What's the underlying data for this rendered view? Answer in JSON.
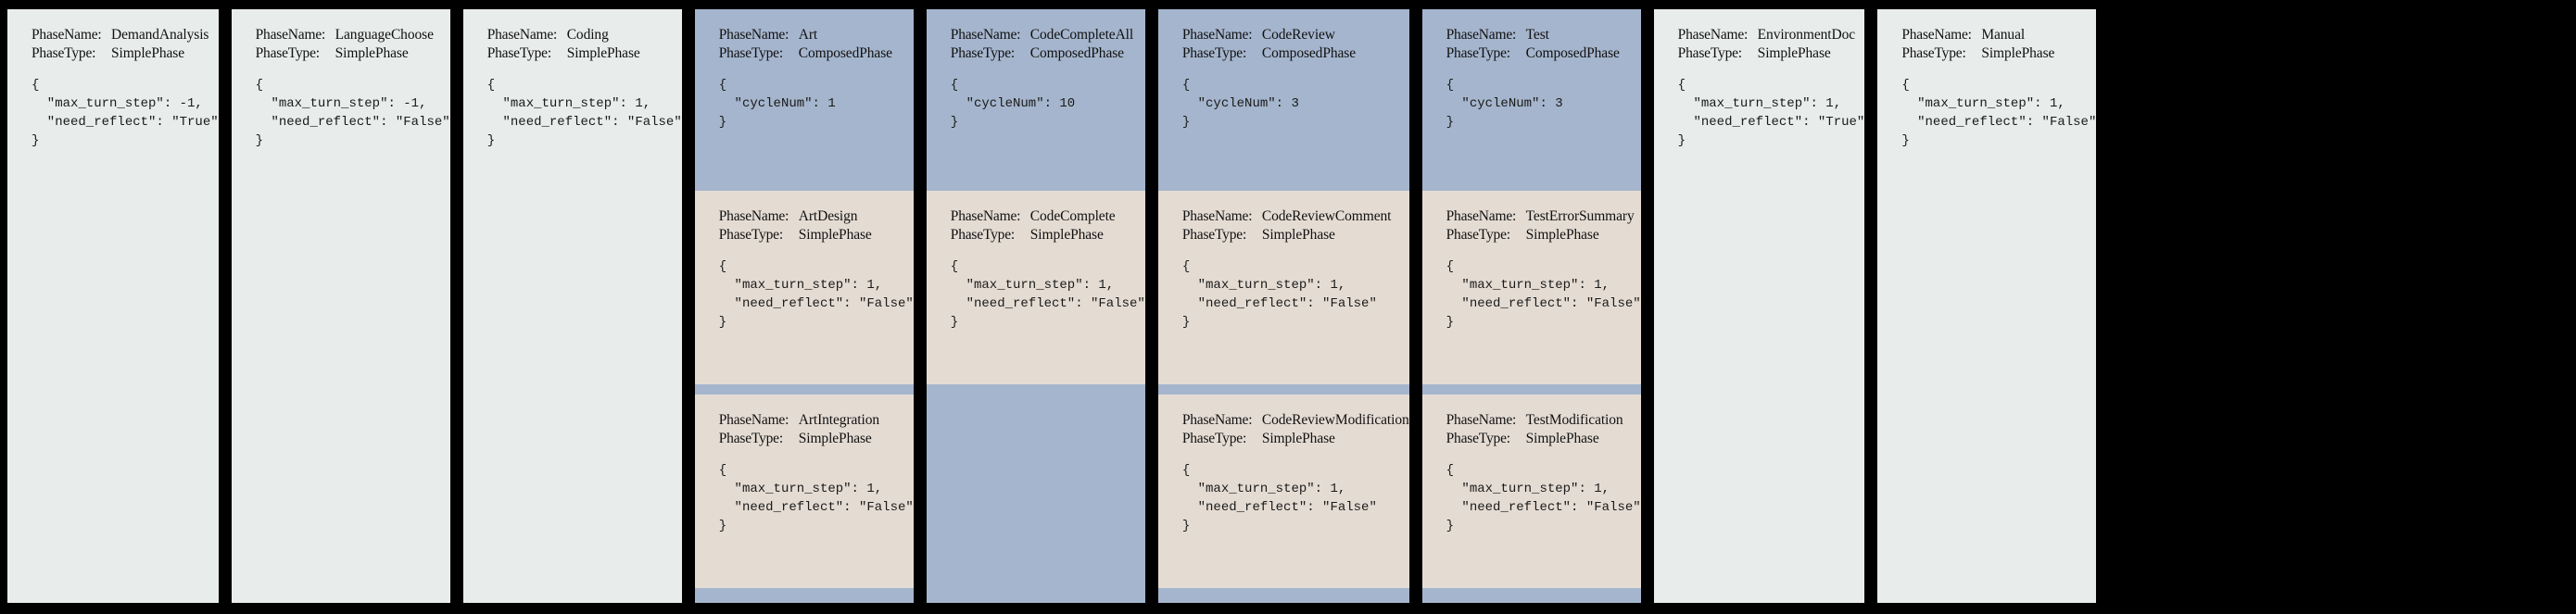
{
  "canvas": {
    "background": "#000000",
    "plain_bg": "#e8ecea",
    "composed_bg": "#a5b5cd",
    "sub_bg": "#e4dcd3",
    "text_color": "#111111"
  },
  "labels": {
    "phase_name_key": "PhaseName:",
    "phase_type_key": "PhaseType:",
    "simple_type": "SimplePhase",
    "composed_type": "ComposedPhase"
  },
  "columns": [
    {
      "id": "demand-analysis",
      "width": 175,
      "kind": "simple",
      "head": {
        "name": "DemandAnalysis",
        "type": "SimplePhase",
        "json": "{\n  \"max_turn_step\": -1,\n  \"need_reflect\": \"True\"\n}"
      },
      "children": []
    },
    {
      "id": "language-choose",
      "width": 175,
      "kind": "simple",
      "head": {
        "name": "LanguageChoose",
        "type": "SimplePhase",
        "json": "{\n  \"max_turn_step\": -1,\n  \"need_reflect\": \"False\"\n}"
      },
      "children": []
    },
    {
      "id": "coding",
      "width": 175,
      "kind": "simple",
      "head": {
        "name": "Coding",
        "type": "SimplePhase",
        "json": "{\n  \"max_turn_step\": 1,\n  \"need_reflect\": \"False\"\n}"
      },
      "children": []
    },
    {
      "id": "art",
      "width": 175,
      "kind": "composed",
      "head": {
        "name": "Art",
        "type": "ComposedPhase",
        "json": "{\n  \"cycleNum\": 1\n}"
      },
      "children": [
        {
          "name": "ArtDesign",
          "type": "SimplePhase",
          "json": "{\n  \"max_turn_step\": 1,\n  \"need_reflect\": \"False\"\n}"
        },
        {
          "name": "ArtIntegration",
          "type": "SimplePhase",
          "json": "{\n  \"max_turn_step\": 1,\n  \"need_reflect\": \"False\"\n}"
        }
      ]
    },
    {
      "id": "code-complete-all",
      "width": 175,
      "kind": "composed",
      "head": {
        "name": "CodeCompleteAll",
        "type": "ComposedPhase",
        "json": "{\n  \"cycleNum\": 10\n}"
      },
      "children": [
        {
          "name": "CodeComplete",
          "type": "SimplePhase",
          "json": "{\n  \"max_turn_step\": 1,\n  \"need_reflect\": \"False\"\n}"
        }
      ]
    },
    {
      "id": "code-review",
      "width": 175,
      "kind": "composed",
      "head": {
        "name": "CodeReview",
        "type": "ComposedPhase",
        "json": "{\n  \"cycleNum\": 3\n}"
      },
      "children": [
        {
          "name": "CodeReviewComment",
          "type": "SimplePhase",
          "json": "{\n  \"max_turn_step\": 1,\n  \"need_reflect\": \"False\"\n}"
        },
        {
          "name": "CodeReviewModification",
          "type": "SimplePhase",
          "json": "{\n  \"max_turn_step\": 1,\n  \"need_reflect\": \"False\"\n}"
        }
      ]
    },
    {
      "id": "test",
      "width": 175,
      "kind": "composed",
      "head": {
        "name": "Test",
        "type": "ComposedPhase",
        "json": "{\n  \"cycleNum\": 3\n}"
      },
      "children": [
        {
          "name": "TestErrorSummary",
          "type": "SimplePhase",
          "json": "{\n  \"max_turn_step\": 1,\n  \"need_reflect\": \"False\"\n}"
        },
        {
          "name": "TestModification",
          "type": "SimplePhase",
          "json": "{\n  \"max_turn_step\": 1,\n  \"need_reflect\": \"False\"\n}"
        }
      ]
    },
    {
      "id": "environment-doc",
      "width": 175,
      "kind": "simple",
      "head": {
        "name": "EnvironmentDoc",
        "type": "SimplePhase",
        "json": "{\n  \"max_turn_step\": 1,\n  \"need_reflect\": \"True\"\n}"
      },
      "children": []
    },
    {
      "id": "manual",
      "width": 175,
      "kind": "simple",
      "head": {
        "name": "Manual",
        "type": "SimplePhase",
        "json": "{\n  \"max_turn_step\": 1,\n  \"need_reflect\": \"False\"\n}"
      },
      "children": []
    }
  ]
}
